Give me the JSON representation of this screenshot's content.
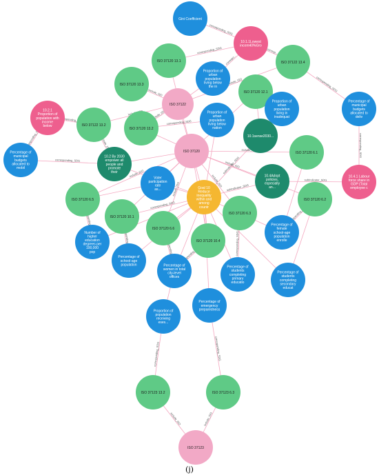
{
  "colors": {
    "blue": "#1f8fdd",
    "green": "#5fca86",
    "darkgreen": "#1e8a6c",
    "pink": "#f2a9c6",
    "magenta": "#ee5f8e",
    "gold": "#f5b731",
    "edge": "#f4a6bf"
  },
  "nodes": [
    {
      "id": "gini",
      "type": "blue",
      "lines": [
        "Gini Coefficient"
      ]
    },
    {
      "id": "sdg1011",
      "type": "magenta",
      "lines": [
        "10.1.1Lowest",
        "incom40%Gro"
      ]
    },
    {
      "id": "iso131",
      "type": "green",
      "lines": [
        "ISO 37120 13.1"
      ]
    },
    {
      "id": "prop_urban_below",
      "type": "blue",
      "lines": [
        "Proportion of",
        "urban",
        "population",
        "living below",
        "the in"
      ]
    },
    {
      "id": "iso134",
      "type": "green",
      "lines": [
        "ISO 37122 13.4"
      ]
    },
    {
      "id": "iso133",
      "type": "green",
      "lines": [
        "ISO 37120 13.3"
      ]
    },
    {
      "id": "iso37122",
      "type": "pink",
      "lines": [
        "ISO 37122"
      ]
    },
    {
      "id": "iso121",
      "type": "green",
      "lines": [
        "ISO 37120 12.1"
      ]
    },
    {
      "id": "prop_urban_inad",
      "type": "blue",
      "lines": [
        "Proportion of",
        "urban",
        "population",
        "living in",
        "inadequat"
      ]
    },
    {
      "id": "pct_budget_deliv",
      "type": "blue",
      "lines": [
        "Percentage of",
        "municipal",
        "budgets",
        "allocated to",
        "deliv"
      ]
    },
    {
      "id": "sdg1021",
      "type": "magenta",
      "lines": [
        "10.2.1",
        "Proportion of",
        "population with",
        "income",
        "below"
      ]
    },
    {
      "id": "iso37122_132",
      "type": "green",
      "lines": [
        "ISO 37122 13.2"
      ]
    },
    {
      "id": "iso37120_132",
      "type": "green",
      "lines": [
        "ISO 37120 13.2"
      ]
    },
    {
      "id": "prop_urban_nation",
      "type": "blue",
      "lines": [
        "Proportion of",
        "urban",
        "population",
        "living below",
        "nation"
      ]
    },
    {
      "id": "sdg1030",
      "type": "darkgreen",
      "lines": [
        "10.1sense2030..."
      ]
    },
    {
      "id": "pct_budget_mobil",
      "type": "blue",
      "lines": [
        "Percentage of",
        "municipal",
        "budgets",
        "allocated to",
        "mobil"
      ]
    },
    {
      "id": "sdg102",
      "type": "darkgreen",
      "lines": [
        "10.2 By 2030",
        "empower all",
        "people and",
        "promote",
        "their"
      ]
    },
    {
      "id": "iso37120",
      "type": "pink",
      "lines": [
        "ISO 37120"
      ]
    },
    {
      "id": "iso61",
      "type": "green",
      "lines": [
        "ISO 37120 6.1"
      ]
    },
    {
      "id": "sdg104",
      "type": "darkgreen",
      "lines": [
        "10.4Adopt",
        "policies,",
        "especially",
        "an..."
      ]
    },
    {
      "id": "sdg1041",
      "type": "magenta",
      "lines": [
        "10.4.1 Labour",
        "force share in",
        "GDP (Total",
        "employee c"
      ]
    },
    {
      "id": "voter",
      "type": "blue",
      "lines": [
        "Voter",
        "participation",
        "rate",
        "as..."
      ]
    },
    {
      "id": "goal10",
      "type": "gold",
      "lines": [
        "Goal 10",
        "Reduce",
        "inequality",
        "within and",
        "among",
        "countr"
      ]
    },
    {
      "id": "iso65",
      "type": "green",
      "lines": [
        "ISO 37120 6.5"
      ]
    },
    {
      "id": "iso62",
      "type": "green",
      "lines": [
        "ISO 37120 6.2"
      ]
    },
    {
      "id": "iso63",
      "type": "green",
      "lines": [
        "ISO 37120 6.3"
      ]
    },
    {
      "id": "iso101",
      "type": "green",
      "lines": [
        "ISO 37120 10.1"
      ]
    },
    {
      "id": "iso66",
      "type": "green",
      "lines": [
        "ISO 37120 6.6"
      ]
    },
    {
      "id": "pct_female",
      "type": "blue",
      "lines": [
        "Percentage of",
        "female",
        "school-age",
        "population",
        "enrolle"
      ]
    },
    {
      "id": "higher_ed",
      "type": "blue",
      "lines": [
        "Number of",
        "higher",
        "education",
        "degrees per",
        "100,000",
        "pop"
      ]
    },
    {
      "id": "iso104",
      "type": "green",
      "lines": [
        "ISO 37120 10.4"
      ]
    },
    {
      "id": "pct_school",
      "type": "blue",
      "lines": [
        "Percentage of",
        "school-age",
        "population"
      ]
    },
    {
      "id": "pct_women",
      "type": "blue",
      "lines": [
        "Percentage of",
        "women in total",
        "city-level",
        "offices"
      ]
    },
    {
      "id": "pct_primary",
      "type": "blue",
      "lines": [
        "Percentage of",
        "students",
        "completing",
        "primary",
        "educatio"
      ]
    },
    {
      "id": "pct_secondary",
      "type": "blue",
      "lines": [
        "Percentage of",
        "students",
        "completing",
        "secondary",
        "educat"
      ]
    },
    {
      "id": "prop_receiving",
      "type": "blue",
      "lines": [
        "Proportion of",
        "population",
        "receiving",
        "eses..."
      ]
    },
    {
      "id": "pct_emerg",
      "type": "blue",
      "lines": [
        "Percentage of",
        "emergency",
        "preparedness"
      ]
    },
    {
      "id": "iso37123_132",
      "type": "green",
      "lines": [
        "ISO 37123 13.2"
      ]
    },
    {
      "id": "iso37123_63",
      "type": "green",
      "lines": [
        "ISO 37123 6.3"
      ]
    },
    {
      "id": "iso37123",
      "type": "pink",
      "lines": [
        "ISO 37123"
      ]
    }
  ],
  "edges": [
    {
      "from": "gini",
      "to": "sdg1011",
      "label": "corresponding_SDG"
    },
    {
      "from": "iso131",
      "to": "sdg1011",
      "label": "corresponding_SDG"
    },
    {
      "from": "prop_urban_below",
      "to": "sdg1011",
      "label": "correspo..."
    },
    {
      "from": "iso134",
      "to": "sdg1011",
      "label": "corresp..."
    },
    {
      "from": "iso134",
      "to": "pct_budget_deliv",
      "label": "corresponding_SDG"
    },
    {
      "from": "pct_budget_deliv",
      "to": "sdg1041",
      "label": "corresponding_SDG"
    },
    {
      "from": "iso131",
      "to": "iso37120",
      "label": ""
    },
    {
      "from": "iso133",
      "to": "iso37122",
      "label": "include_ISO"
    },
    {
      "from": "iso37122",
      "to": "iso134",
      "label": "include_ISO"
    },
    {
      "from": "iso37122",
      "to": "prop_urban_below",
      "label": ""
    },
    {
      "from": "iso37122",
      "to": "iso37122_132",
      "label": "include_ISO"
    },
    {
      "from": "iso37122",
      "to": "iso37120_132",
      "label": "include_ISO"
    },
    {
      "from": "iso37122",
      "to": "iso37120",
      "label": ""
    },
    {
      "from": "iso121",
      "to": "prop_urban_inad",
      "label": "correspo..."
    },
    {
      "from": "iso121",
      "to": "iso37120",
      "label": "include_ISO"
    },
    {
      "from": "iso121",
      "to": "sdg1030",
      "label": ""
    },
    {
      "from": "sdg1021",
      "to": "pct_budget_mobil",
      "label": "corresponding_SDG"
    },
    {
      "from": "sdg1021",
      "to": "iso37122_132",
      "label": "corresponding_SDG"
    },
    {
      "from": "iso37122_132",
      "to": "sdg102",
      "label": "include_ISO"
    },
    {
      "from": "pct_budget_mobil",
      "to": "sdg102",
      "label": "corresponding_SDG"
    },
    {
      "from": "iso37120_132",
      "to": "prop_urban_nation",
      "label": "corresponding_SDG"
    },
    {
      "from": "iso37120_132",
      "to": "iso37120",
      "label": ""
    },
    {
      "from": "sdg102",
      "to": "iso37120",
      "label": ""
    },
    {
      "from": "sdg102",
      "to": "goal10",
      "label": "subIndicator_SDG"
    },
    {
      "from": "prop_urban_nation",
      "to": "goal10",
      "label": ""
    },
    {
      "from": "sdg1030",
      "to": "goal10",
      "label": "subIndicator_SDG"
    },
    {
      "from": "iso37120",
      "to": "iso61",
      "label": "include_ISO"
    },
    {
      "from": "iso37120",
      "to": "sdg104",
      "label": "include_ISO"
    },
    {
      "from": "iso37120",
      "to": "voter",
      "label": ""
    },
    {
      "from": "iso37120",
      "to": "goal10",
      "label": ""
    },
    {
      "from": "iso37120",
      "to": "iso65",
      "label": "include_ISO"
    },
    {
      "from": "iso37120",
      "to": "iso101",
      "label": "include_ISO"
    },
    {
      "from": "iso37120",
      "to": "iso66",
      "label": "include_ISO"
    },
    {
      "from": "iso37120",
      "to": "iso104",
      "label": "include_ISO"
    },
    {
      "from": "iso37120",
      "to": "iso63",
      "label": "include_ISO"
    },
    {
      "from": "iso37120",
      "to": "iso62",
      "label": ""
    },
    {
      "from": "sdg104",
      "to": "sdg1041",
      "label": "subIndicator_SDG"
    },
    {
      "from": "sdg104",
      "to": "goal10",
      "label": "subIndicator_SDG"
    },
    {
      "from": "iso61",
      "to": "pct_female",
      "label": ""
    },
    {
      "from": "iso62",
      "to": "pct_female",
      "label": "corresponding_SDG"
    },
    {
      "from": "iso62",
      "to": "pct_secondary",
      "label": ""
    },
    {
      "from": "iso63",
      "to": "pct_primary",
      "label": "corresponding_SDG"
    },
    {
      "from": "voter",
      "to": "goal10",
      "label": ""
    },
    {
      "from": "voter",
      "to": "iso65",
      "label": ""
    },
    {
      "from": "goal10",
      "to": "pct_female",
      "label": ""
    },
    {
      "from": "goal10",
      "to": "pct_primary",
      "label": "SDG"
    },
    {
      "from": "goal10",
      "to": "pct_secondary",
      "label": ""
    },
    {
      "from": "goal10",
      "to": "pct_women",
      "label": ""
    },
    {
      "from": "goal10",
      "to": "pct_emerg",
      "label": "SDG"
    },
    {
      "from": "goal10",
      "to": "pct_school",
      "label": "indicator_SDG"
    },
    {
      "from": "goal10",
      "to": "higher_ed",
      "label": ""
    },
    {
      "from": "goal10",
      "to": "iso104",
      "label": ""
    },
    {
      "from": "goal10",
      "to": "iso66",
      "label": ""
    },
    {
      "from": "goal10",
      "to": "iso101",
      "label": "corresponding_SDG"
    },
    {
      "from": "iso65",
      "to": "higher_ed",
      "label": "corresponding_SDG"
    },
    {
      "from": "iso101",
      "to": "pct_school",
      "label": "corresponding_SDG"
    },
    {
      "from": "iso66",
      "to": "pct_women",
      "label": "corresponding_SDG"
    },
    {
      "from": "iso104",
      "to": "pct_women",
      "label": "corresponding_SDG"
    },
    {
      "from": "pct_women",
      "to": "prop_receiving",
      "label": ""
    },
    {
      "from": "prop_receiving",
      "to": "iso37123_132",
      "label": "corresponding_SDG"
    },
    {
      "from": "pct_emerg",
      "to": "iso37123_63",
      "label": "corresponding_SDG"
    },
    {
      "from": "iso37123_132",
      "to": "iso37123",
      "label": "include_ISO"
    },
    {
      "from": "iso37123_63",
      "to": "iso37123",
      "label": "include_ISO"
    }
  ],
  "caption": "(j)"
}
